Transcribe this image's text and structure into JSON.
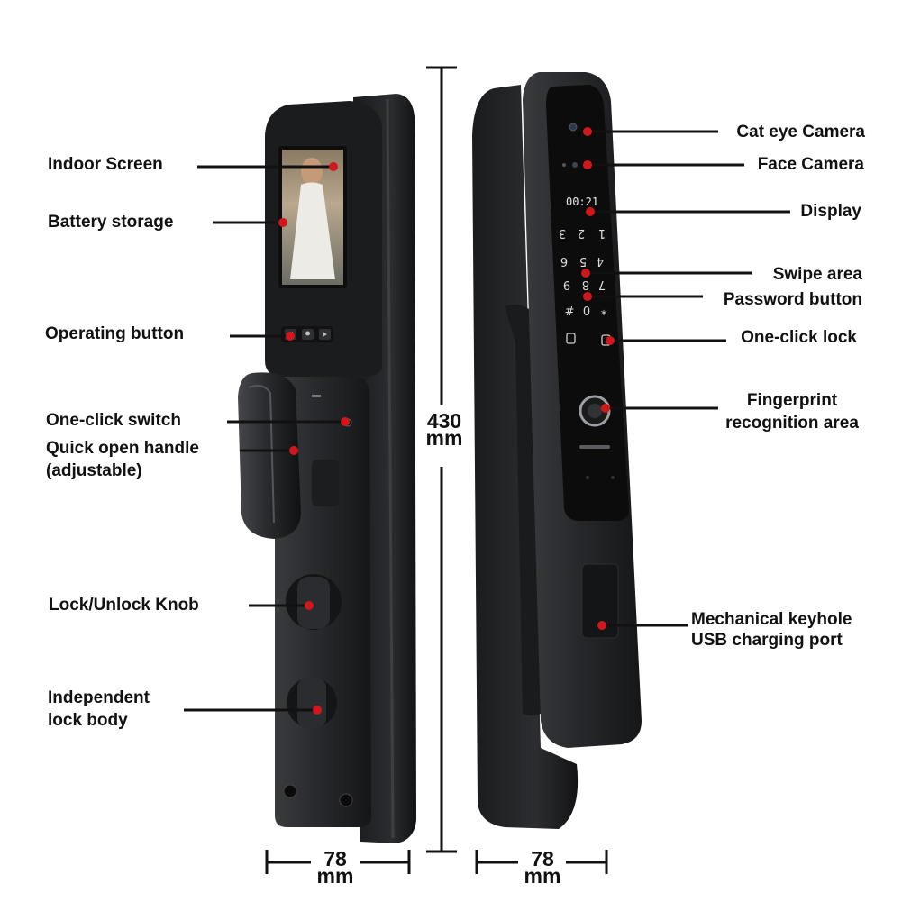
{
  "labels": {
    "indoor_screen": "Indoor Screen",
    "battery_storage": "Battery storage",
    "operating_button": "Operating button",
    "one_click_switch": "One-click switch",
    "quick_open_handle_1": "Quick open handle",
    "quick_open_handle_2": "(adjustable)",
    "lock_unlock_knob": "Lock/Unlock Knob",
    "independent_lock_body_1": "Independent",
    "independent_lock_body_2": "lock body",
    "cat_eye_camera": "Cat eye Camera",
    "face_camera": "Face Camera",
    "display": "Display",
    "swipe_area": "Swipe area",
    "password_button": "Password button",
    "one_click_lock": "One-click lock",
    "fingerprint_1": "Fingerprint",
    "fingerprint_2": "recognition area",
    "keyhole_1": "Mechanical keyhole",
    "keyhole_2": "USB charging port"
  },
  "dimensions": {
    "height_value": "430",
    "height_unit": "mm",
    "width_left_value": "78",
    "width_left_unit": "mm",
    "width_right_value": "78",
    "width_right_unit": "mm"
  },
  "screen": {
    "time": "00:21"
  },
  "keypad": [
    "1",
    "2",
    "3",
    "4",
    "5",
    "6",
    "7",
    "8",
    "9",
    "*",
    "0",
    "#"
  ],
  "colors": {
    "marker": "#d0181c",
    "lock_body": "#232426",
    "line": "#111111"
  }
}
